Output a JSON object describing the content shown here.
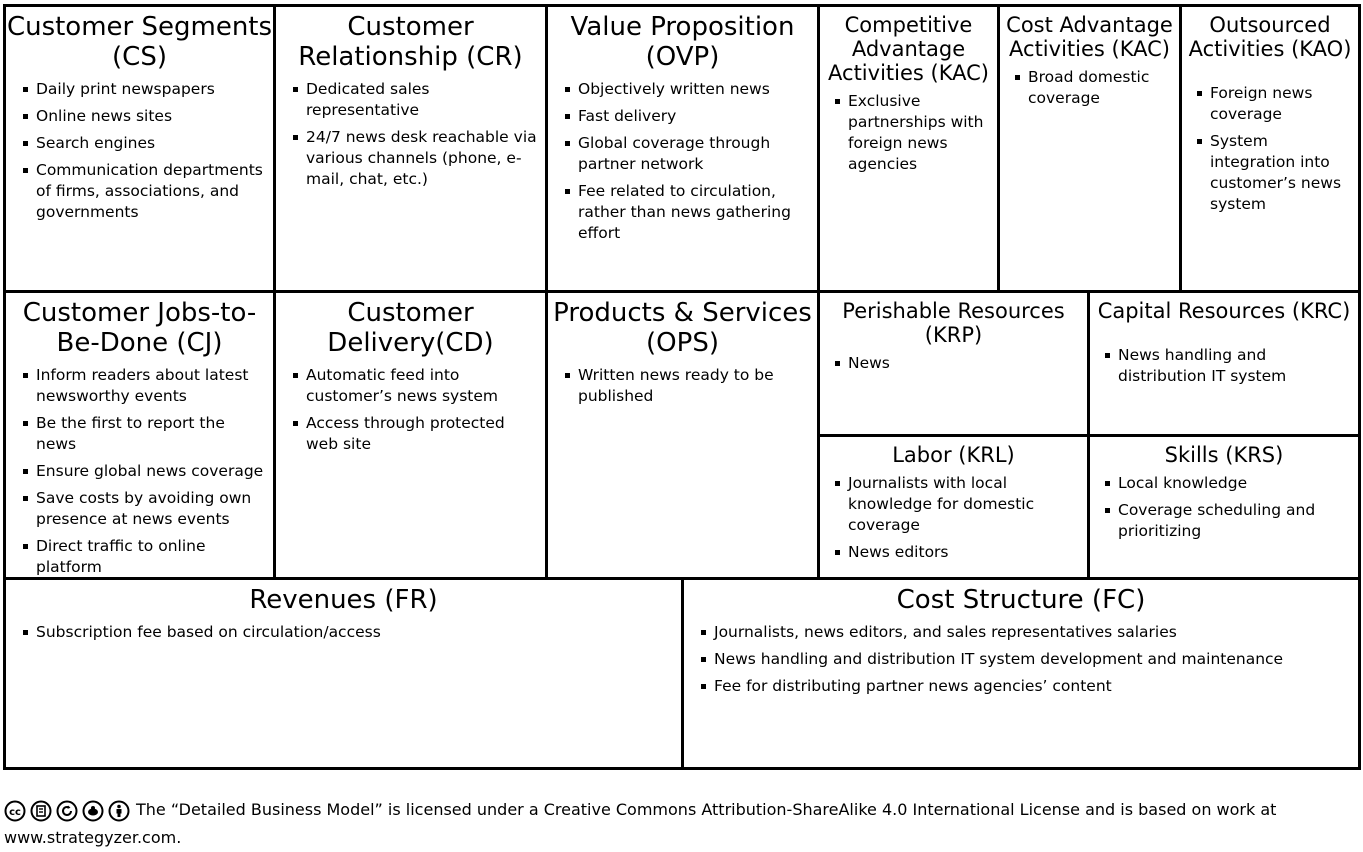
{
  "customer_segments": {
    "title": "Customer Segments (CS)",
    "items": [
      "Daily print newspapers",
      "Online news sites",
      "Search engines",
      "Communication departments of firms, associations, and governments"
    ]
  },
  "customer_relationship": {
    "title": "Customer Relationship (CR)",
    "items": [
      "Dedicated sales representative",
      "24/7 news desk reachable via various channels (phone, e-mail, chat, etc.)"
    ]
  },
  "value_proposition": {
    "title": "Value Proposition (OVP)",
    "items": [
      "Objectively written news",
      "Fast delivery",
      "Global coverage through partner network",
      "Fee related to circulation, rather than news gathering effort"
    ]
  },
  "competitive_advantage": {
    "title": "Competitive Advantage Activities (KAC)",
    "items": [
      "Exclusive partnerships with foreign news agencies"
    ]
  },
  "cost_advantage": {
    "title": "Cost Advantage Activities (KAC)",
    "items": [
      "Broad domestic coverage"
    ]
  },
  "outsourced_activities": {
    "title": "Outsourced Activities (KAO)",
    "items": [
      "Foreign news coverage",
      "System integration into customer’s news system"
    ]
  },
  "customer_jobs": {
    "title": "Customer Jobs-to-Be-Done (CJ)",
    "items": [
      "Inform readers about latest newsworthy events",
      "Be the first to report the news",
      "Ensure global news coverage",
      "Save costs by avoiding own presence at news events",
      "Direct traffic to online platform"
    ]
  },
  "customer_delivery": {
    "title": "Customer Delivery(CD)",
    "items": [
      "Automatic feed into customer’s news system",
      "Access through protected web site"
    ]
  },
  "products_services": {
    "title": "Products & Services (OPS)",
    "items": [
      "Written news ready to be published"
    ]
  },
  "perishable_resources": {
    "title": "Perishable Resources (KRP)",
    "items": [
      "News"
    ]
  },
  "capital_resources": {
    "title": "Capital Resources (KRC)",
    "items": [
      "News handling and distribution IT system"
    ]
  },
  "labor": {
    "title": "Labor (KRL)",
    "items": [
      "Journalists with local knowledge for domestic coverage",
      "News editors"
    ]
  },
  "skills": {
    "title": "Skills (KRS)",
    "items": [
      "Local knowledge",
      "Coverage scheduling and prioritizing"
    ]
  },
  "revenues": {
    "title": "Revenues (FR)",
    "items": [
      "Subscription fee based on circulation/access"
    ]
  },
  "cost_structure": {
    "title": "Cost Structure (FC)",
    "items": [
      "Journalists, news editors, and sales representatives salaries",
      "News handling and distribution IT system development and maintenance",
      "Fee for distributing partner news agencies’ content"
    ]
  },
  "footer": {
    "license_text": "The “Detailed Business Model” is licensed under a Creative Commons Attribution-ShareAlike 4.0 International License and is based on work at www.strategyzer.com.",
    "icons": [
      "cc-icon",
      "by-icon",
      "sa-icon",
      "nc-icon",
      "attribution-icon"
    ]
  }
}
